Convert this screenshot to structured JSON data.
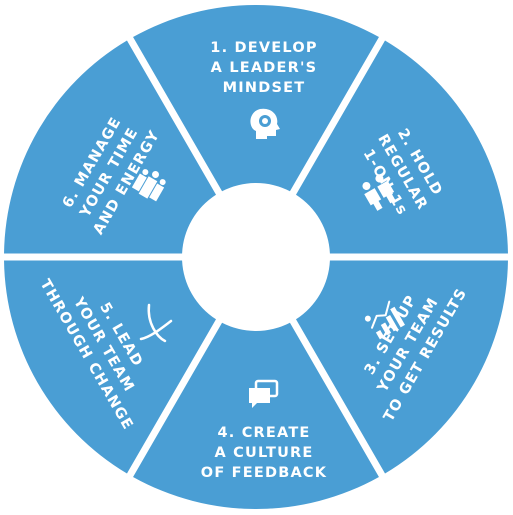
{
  "colors": {
    "segment": "#4a9ed4",
    "background": "#ffffff",
    "text": "#ffffff"
  },
  "segments": [
    {
      "id": "develop",
      "lines": [
        "1. DEVELOP",
        "A LEADER'S",
        "MINDSET"
      ],
      "icon": "head-gear-icon"
    },
    {
      "id": "hold",
      "lines": [
        "2. HOLD",
        "REGULAR",
        "1-ON-1s"
      ],
      "icon": "two-people-icon"
    },
    {
      "id": "setup",
      "lines": [
        "3. SET UP",
        "YOUR TEAM",
        "TO GET RESULTS"
      ],
      "icon": "growth-chart-icon"
    },
    {
      "id": "feedback",
      "lines": [
        "4. CREATE",
        "A CULTURE",
        "OF FEEDBACK"
      ],
      "icon": "speech-bubbles-icon"
    },
    {
      "id": "lead",
      "lines": [
        "5. LEAD",
        "YOUR TEAM",
        "THROUGH CHANGE"
      ],
      "icon": "curve-path-icon"
    },
    {
      "id": "manage",
      "lines": [
        "6. MANAGE",
        "YOUR TIME",
        "AND ENERGY"
      ],
      "icon": "team-icon"
    }
  ]
}
